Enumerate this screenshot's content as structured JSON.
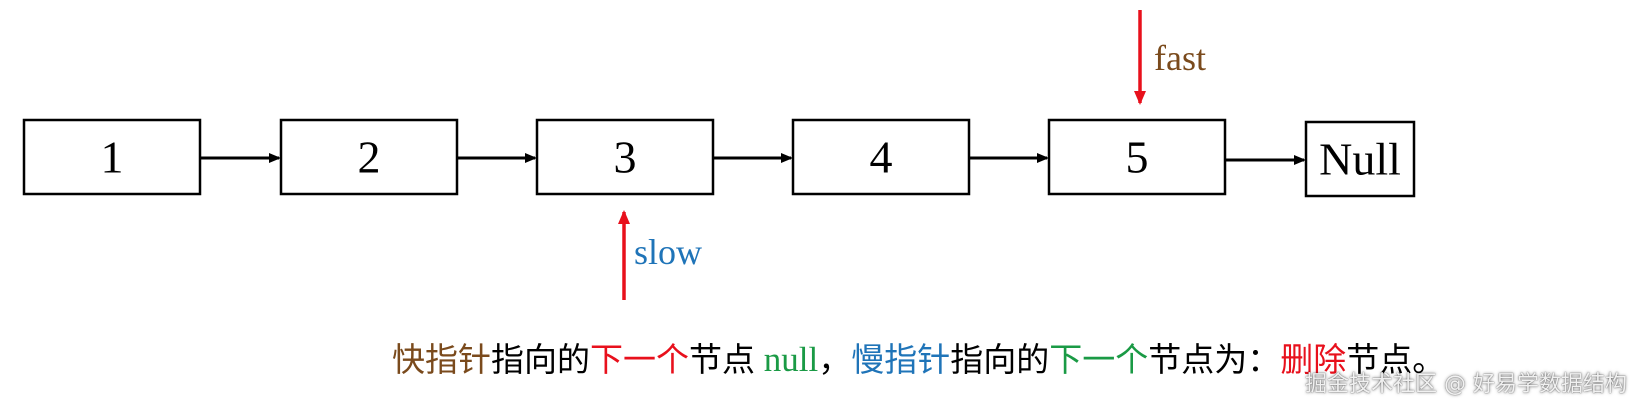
{
  "colors": {
    "box_stroke": "#000000",
    "link_arrow": "#000000",
    "pointer_arrow": "#e8101c",
    "fast_color": "#7a4a1c",
    "slow_color": "#1f74b8",
    "red_text": "#e8101c",
    "green_text": "#1a9a45",
    "blue_text": "#1f74b8",
    "brown_text": "#7a4a1c"
  },
  "nodes": [
    "1",
    "2",
    "3",
    "4",
    "5"
  ],
  "null_node": "Null",
  "pointers": {
    "fast_label": "fast",
    "slow_label": "slow"
  },
  "caption": {
    "fast_pointer": "快指针",
    "points_to_1": "指向的",
    "next_one_1": "下一个",
    "node_1": "节点",
    "null_word": " null",
    "comma": "，",
    "slow_pointer": "慢指针",
    "points_to_2": "指向的",
    "next_one_2": "下一个",
    "node_is": "节点为：",
    "delete": "删除",
    "node_end": "节点。"
  },
  "watermark": "掘金技术社区 @ 好易学数据结构"
}
